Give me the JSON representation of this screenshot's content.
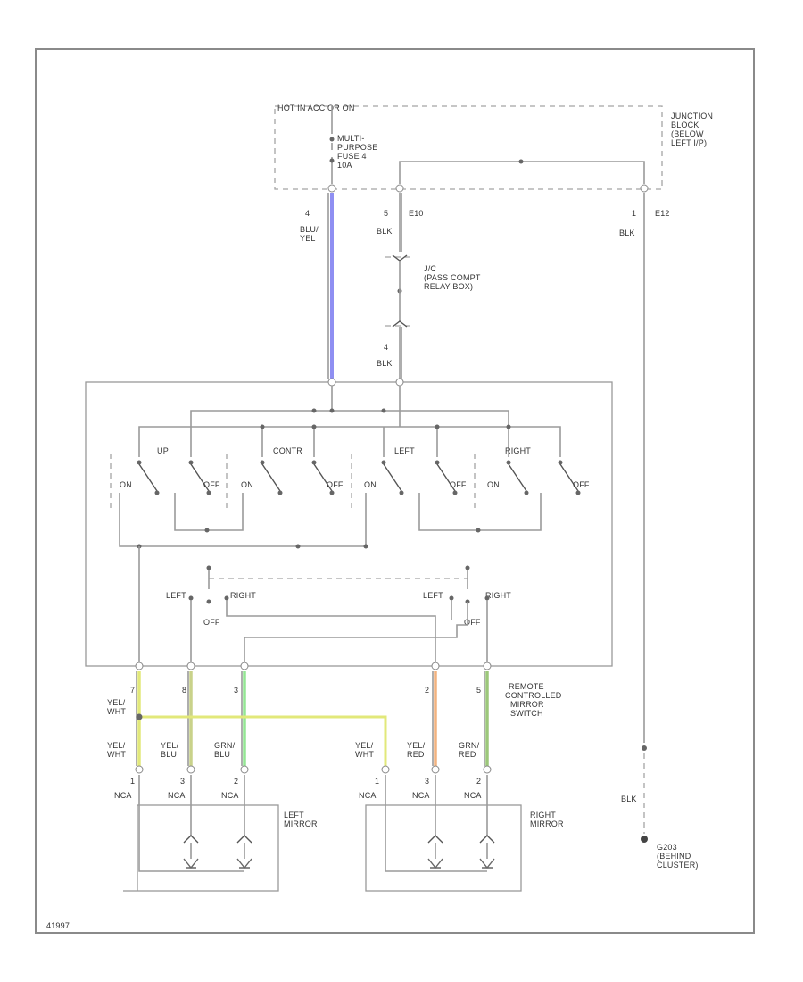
{
  "junction": {
    "top_label": "HOT IN ACC OR ON",
    "fuse_label": [
      "MULTI-",
      "PURPOSE",
      "FUSE 4",
      "10A"
    ],
    "block_label": [
      "JUNCTION",
      "BLOCK",
      "(BELOW",
      "LEFT I/P)"
    ]
  },
  "wires": {
    "w1_pin": "4",
    "w1_color": [
      "BLU/",
      "YEL"
    ],
    "w2_pin": "5",
    "w2_conn": "E10",
    "w2_color": "BLK",
    "w3_pin": "1",
    "w3_conn": "E12",
    "w3_color": "BLK",
    "relay_label": [
      "J/C",
      "(PASS COMPT",
      "RELAY BOX)"
    ],
    "relay_pin": "4",
    "relay_color": "BLK"
  },
  "switch": {
    "group_labels": [
      "UP",
      "CONTR",
      "LEFT",
      "RIGHT"
    ],
    "on_label": "ON",
    "off_label": "OFF",
    "selector_left": "LEFT",
    "selector_right": "RIGHT",
    "selector_off": "OFF",
    "name": [
      "REMOTE",
      "CONTROLLED",
      "MIRROR",
      "SWITCH"
    ]
  },
  "mirror_wires": {
    "pins_upper": [
      "7",
      "8",
      "3",
      "2",
      "5"
    ],
    "left": [
      {
        "pin": "1",
        "color": [
          "YEL/",
          "WHT"
        ]
      },
      {
        "pin": "3",
        "color": [
          "YEL/",
          "BLU"
        ]
      },
      {
        "pin": "2",
        "color": [
          "GRN/",
          "BLU"
        ]
      }
    ],
    "right": [
      {
        "pin": "1",
        "color": [
          "YEL/",
          "WHT"
        ]
      },
      {
        "pin": "3",
        "color": [
          "YEL/",
          "RED"
        ]
      },
      {
        "pin": "2",
        "color": [
          "GRN/",
          "RED"
        ]
      }
    ],
    "upper_color": [
      "YEL/",
      "WHT"
    ],
    "conn_label": "NCA"
  },
  "mirrors": {
    "left_label": [
      "LEFT",
      "MIRROR"
    ],
    "right_label": [
      "RIGHT",
      "MIRROR"
    ]
  },
  "ground": {
    "color": "BLK",
    "label": [
      "G203",
      "(BEHIND",
      "CLUSTER)"
    ]
  },
  "footer": {
    "code": "41997"
  },
  "colors": {
    "blu_yel": "#8f8ff2",
    "yel_wht": "#e2e87a",
    "yel_blu": "#c9d28a",
    "grn_blu": "#94e694",
    "yel_red": "#f2b27e",
    "grn_red": "#9cc77a"
  }
}
